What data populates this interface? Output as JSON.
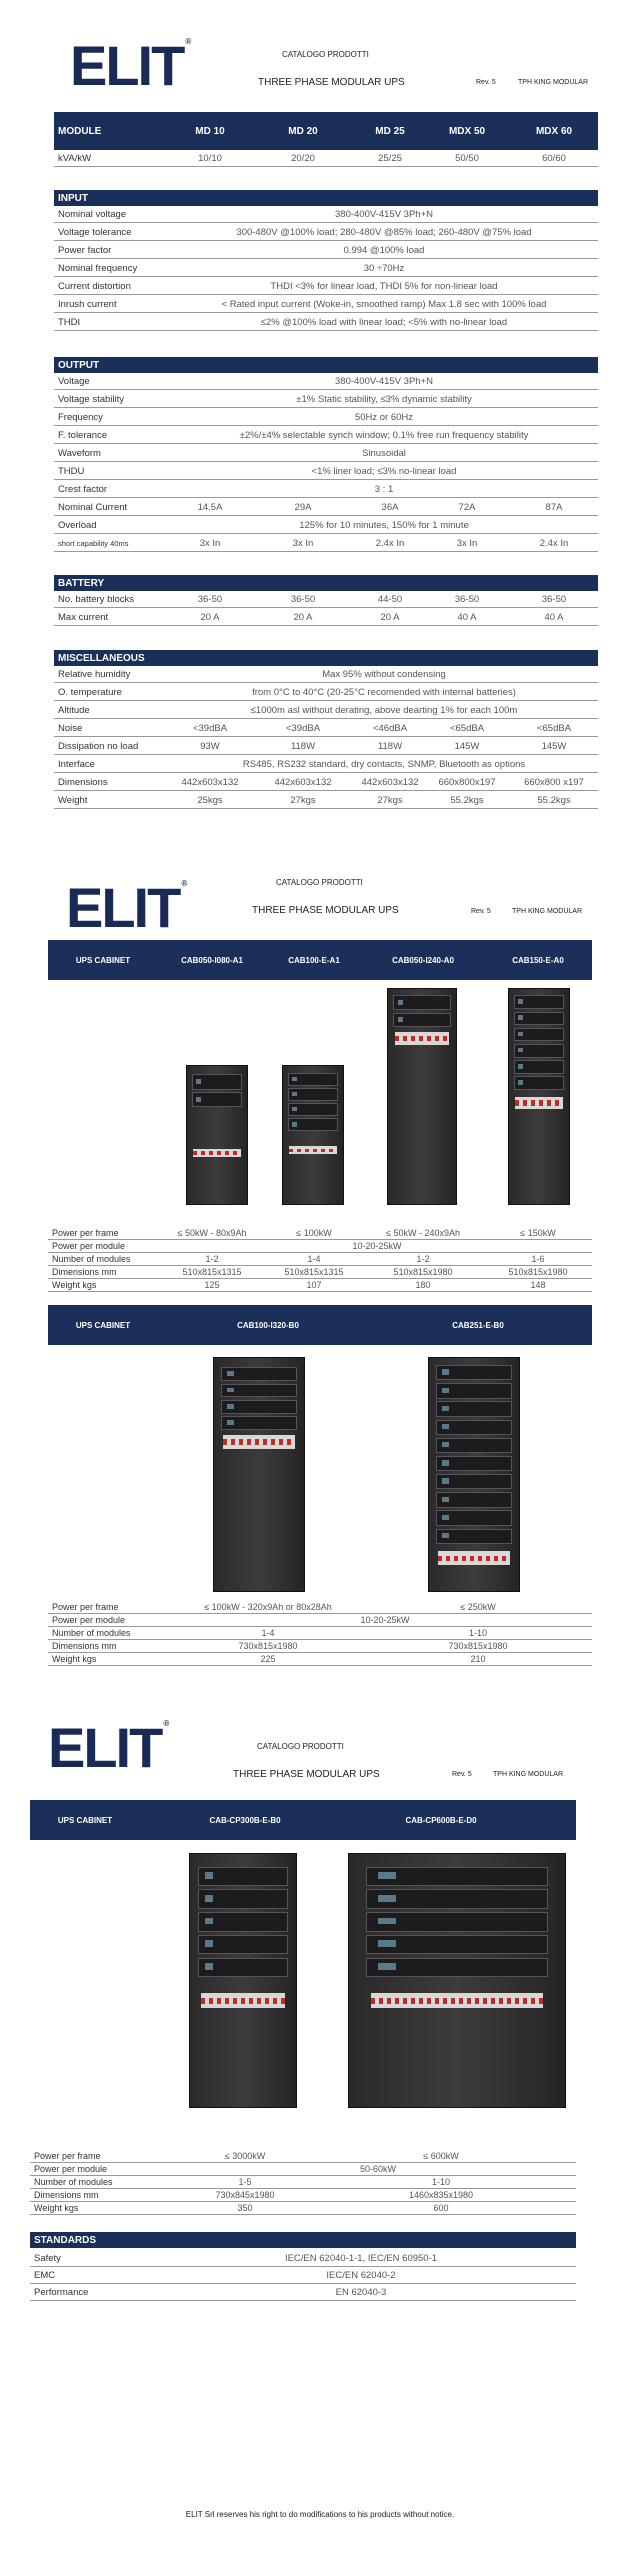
{
  "header": {
    "logo": "ELIT",
    "logo_mark": "®",
    "catalog": "CATALOGO PRODOTTI",
    "subtitle": "THREE PHASE MODULAR UPS",
    "rev": "Rev. 5",
    "series": "TPH KING MODULAR"
  },
  "page1": {
    "table_header": {
      "module": "MODULE",
      "models": [
        "MD 10",
        "MD 20",
        "MD 25",
        "MDX 50",
        "MDX 60"
      ]
    },
    "kva_row": {
      "label": "kVA/kW",
      "values": [
        "10/10",
        "20/20",
        "25/25",
        "50/50",
        "60/60"
      ]
    },
    "input": {
      "title": "INPUT",
      "rows": [
        {
          "label": "Nominal voltage",
          "value": "380-400V-415V 3Ph+N"
        },
        {
          "label": "Voltage tolerance",
          "value": "300-480V @100% load; 280-480V @85% load; 260-480V @75% load"
        },
        {
          "label": "Power factor",
          "value": "0.994 @100% load"
        },
        {
          "label": "Nominal frequency",
          "value": "30 ÷70Hz"
        },
        {
          "label": "Current distortion",
          "value": "THDI <3% for linear load, THDI 5% for non-linear load"
        },
        {
          "label": "Inrush current",
          "value": "< Rated input current (Woke-in, smoothed ramp) Max 1.8 sec with 100% load"
        },
        {
          "label": "THDI",
          "value": "≤2% @100% load with linear load; <5% with no-linear load"
        }
      ]
    },
    "output": {
      "title": "OUTPUT",
      "rows": [
        {
          "label": "Voltage",
          "value": "380-400V-415V 3Ph+N"
        },
        {
          "label": "Voltage stability",
          "value": "±1% Static stability, ≤3% dynamic stability"
        },
        {
          "label": "Frequency",
          "value": "50Hz or 60Hz"
        },
        {
          "label": "F. tolerance",
          "value": "±2%/±4% selectable synch window; 0.1% free run frequency stability"
        },
        {
          "label": "Waveform",
          "value": "Sinusoidal"
        },
        {
          "label": "THDU",
          "value": "<1% liner load; ≤3% no-linear load"
        },
        {
          "label": "Crest factor",
          "value": "3 : 1"
        }
      ],
      "nominal_current": {
        "label": "Nominal Current",
        "values": [
          "14.5A",
          "29A",
          "36A",
          "72A",
          "87A"
        ]
      },
      "overload": {
        "label": "Overload",
        "value": "125% for 10 minutes, 150% for 1 minute"
      },
      "short": {
        "label": "short capability 40ms",
        "values": [
          "3x In",
          "3x In",
          "2.4x In",
          "3x In",
          "2.4x In"
        ]
      }
    },
    "battery": {
      "title": "BATTERY",
      "blocks": {
        "label": "No. battery blocks",
        "values": [
          "36-50",
          "36-50",
          "44-50",
          "36-50",
          "36-50"
        ]
      },
      "charge": {
        "label": "Max current",
        "values": [
          "20 A",
          "20 A",
          "20 A",
          "40 A",
          "40 A"
        ]
      }
    },
    "misc": {
      "title": "MISCELLANEOUS",
      "rows": [
        {
          "label": "Relative humidity",
          "value": "Max 95% without condensing"
        },
        {
          "label": "O. temperature",
          "value": "from 0°C to 40°C (20-25°C recomended with internal batteries)"
        },
        {
          "label": "Altitude",
          "value": "≤1000m asl without derating, above dearting 1% for each 100m"
        }
      ],
      "noise": {
        "label": "Noise",
        "values": [
          "<39dBA",
          "<39dBA",
          "<46dBA",
          "<65dBA",
          "<65dBA"
        ]
      },
      "dissipation": {
        "label": "Dissipation no load",
        "values": [
          "93W",
          "118W",
          "118W",
          "145W",
          "145W"
        ]
      },
      "interface": {
        "label": "Interface",
        "value": "RS485, RS232 standard, dry contacts, SNMP, Bluetooth as options"
      },
      "dimensions": {
        "label": "Dimensions",
        "values": [
          "442x603x132",
          "442x603x132",
          "442x603x132",
          "660x800x197",
          "660x800 x197"
        ]
      },
      "weight": {
        "label": "Weight",
        "values": [
          "25kgs",
          "27kgs",
          "27kgs",
          "55.2kgs",
          "55.2kgs"
        ]
      }
    }
  },
  "page2": {
    "table1": {
      "header": "UPS CABINET",
      "models": [
        "CAB050-I080-A1",
        "CAB100-E-A1",
        "CAB050-I240-A0",
        "CAB150-E-A0"
      ],
      "power_per_frame": {
        "label": "Power per frame",
        "values": [
          "≤ 50kW - 80x9Ah",
          "≤ 100kW",
          "≤ 50kW - 240x9Ah",
          "≤ 150kW"
        ]
      },
      "power_per_module": {
        "label": "Power per module",
        "value": "10-20-25kW"
      },
      "modules": {
        "label": "Number of modules",
        "values": [
          "1-2",
          "1-4",
          "1-2",
          "1-6"
        ]
      },
      "dimensions": {
        "label": "Dimensions mm",
        "values": [
          "510x815x1315",
          "510x815x1315",
          "510x815x1980",
          "510x815x1980"
        ]
      },
      "weight": {
        "label": "Weight kgs",
        "values": [
          "125",
          "107",
          "180",
          "148"
        ]
      }
    },
    "table2": {
      "header": "UPS CABINET",
      "models": [
        "CAB100-I320-B0",
        "CAB251-E-B0"
      ],
      "power_per_frame": {
        "label": "Power per frame",
        "values": [
          "≤ 100kW - 320x9Ah or 80x28Ah",
          "≤ 250kW"
        ]
      },
      "power_per_module": {
        "label": "Power per module",
        "value": "10-20-25kW"
      },
      "modules": {
        "label": "Number of modules",
        "values": [
          "1-4",
          "1-10"
        ]
      },
      "dimensions": {
        "label": "Dimensions mm",
        "values": [
          "730x815x1980",
          "730x815x1980"
        ]
      },
      "weight": {
        "label": "Weight kgs",
        "values": [
          "225",
          "210"
        ]
      }
    }
  },
  "page3": {
    "table": {
      "header": "UPS CABINET",
      "models": [
        "CAB-CP300B-E-B0",
        "CAB-CP600B-E-D0"
      ],
      "power_per_frame": {
        "label": "Power per frame",
        "values": [
          "≤ 3000kW",
          "≤ 600kW"
        ]
      },
      "power_per_module": {
        "label": "Power per module",
        "value": "50-60kW"
      },
      "modules": {
        "label": "Number of modules",
        "values": [
          "1-5",
          "1-10"
        ]
      },
      "dimensions": {
        "label": "Dimensions mm",
        "values": [
          "730x845x1980",
          "1460x835x1980"
        ]
      },
      "weight": {
        "label": "Weight kgs",
        "values": [
          "350",
          "600"
        ]
      }
    },
    "standards": {
      "title": "STANDARDS",
      "rows": [
        {
          "label": "Safety",
          "value": "IEC/EN 62040-1-1, IEC/EN 60950-1"
        },
        {
          "label": "EMC",
          "value": "IEC/EN 62040-2"
        },
        {
          "label": "Performance",
          "value": "EN 62040-3"
        }
      ]
    },
    "footer": "ELIT Srl reserves his right to do modifications to his products without notice."
  }
}
